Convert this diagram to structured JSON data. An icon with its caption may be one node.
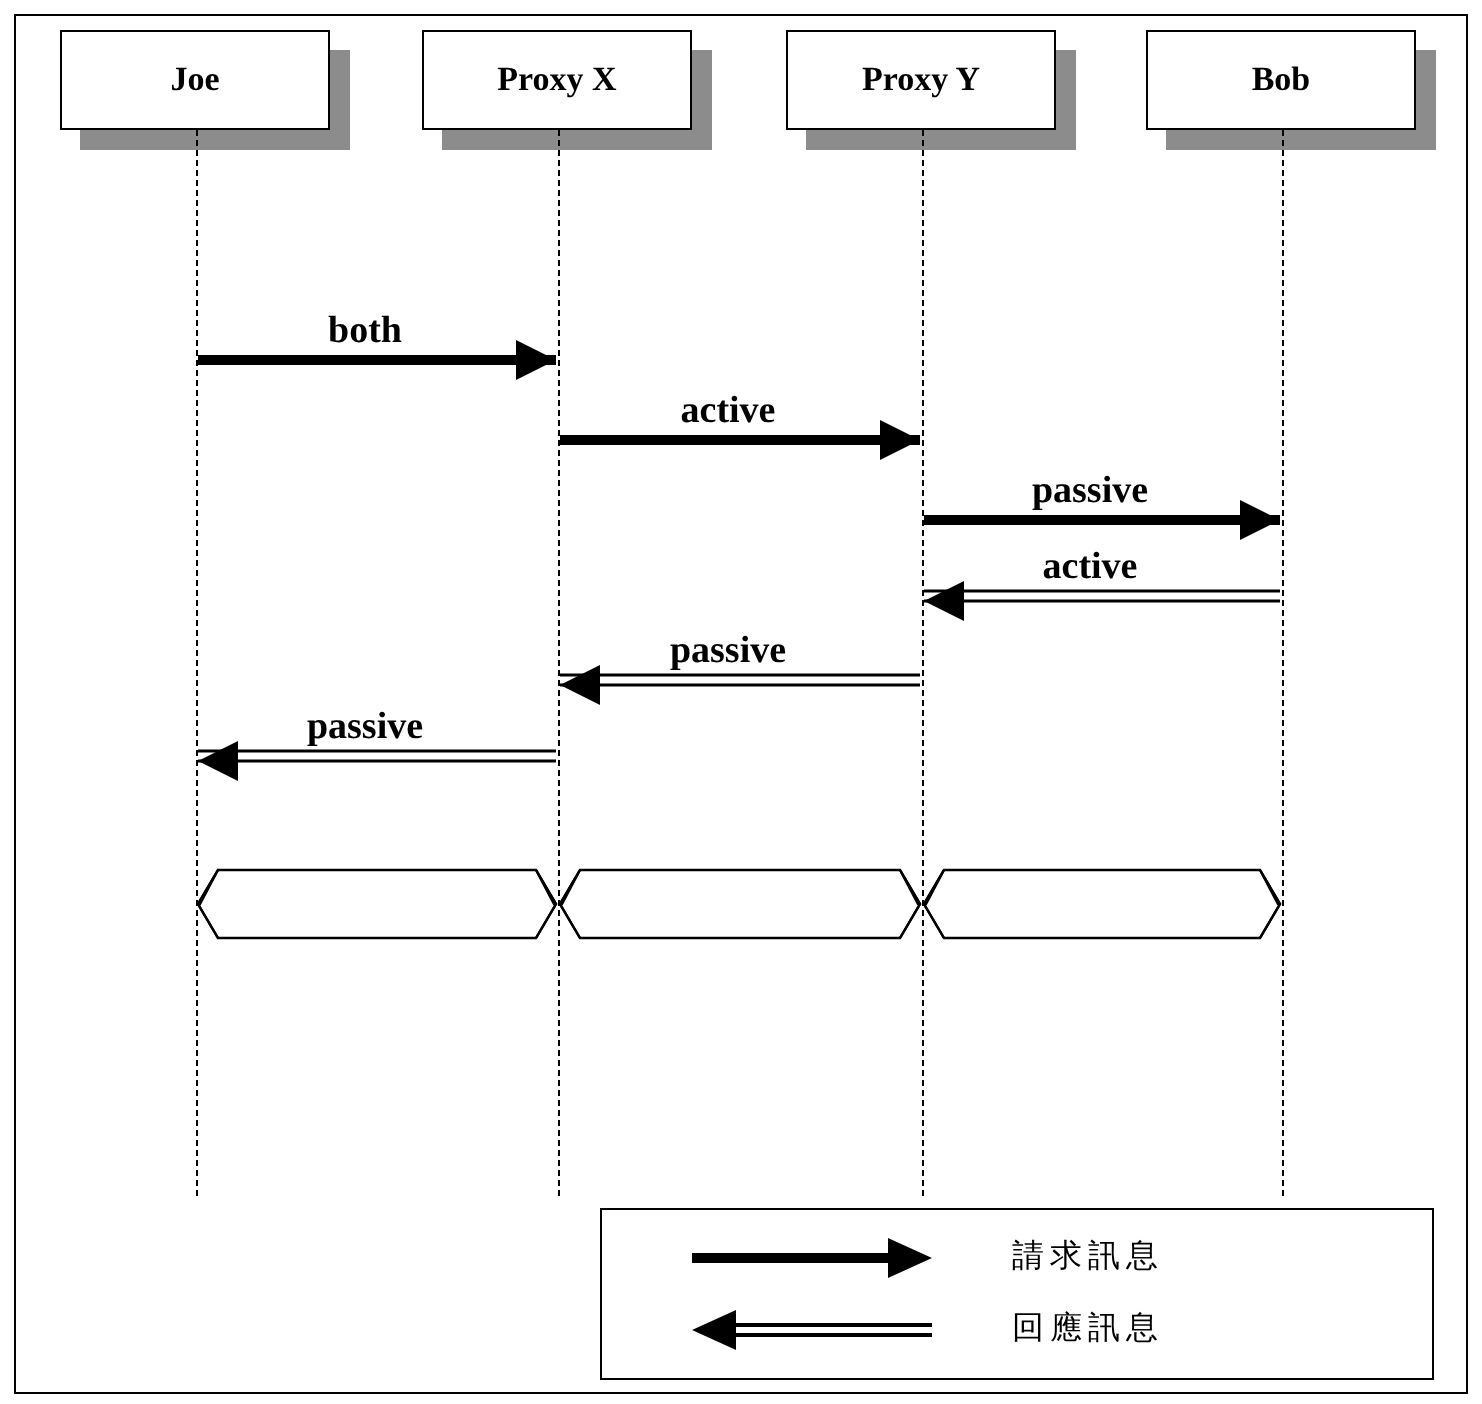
{
  "diagram": {
    "nodes": [
      {
        "text": [
          "Joe"
        ]
      },
      {
        "text": [
          "Proxy X"
        ]
      },
      {
        "text": [
          "Proxy Y"
        ]
      },
      {
        "text": [
          "Bob"
        ]
      },
      {
        "text": [],
        "shape": "line"
      },
      {
        "text": [],
        "shape": "line"
      },
      {
        "text": [],
        "shape": "line"
      },
      {
        "text": [],
        "shape": "line"
      }
    ],
    "edges": [
      {
        "from": 4,
        "to": 5,
        "arrow": "to",
        "label": "both",
        "style": "thick"
      },
      {
        "from": 5,
        "to": 6,
        "arrow": "to",
        "label": "active",
        "style": "thick"
      },
      {
        "from": 6,
        "to": 7,
        "arrow": "to",
        "label": "passive",
        "style": "thick"
      },
      {
        "from": 7,
        "to": 6,
        "arrow": "to",
        "label": "active"
      },
      {
        "from": 6,
        "to": 5,
        "arrow": "to",
        "label": "passive"
      },
      {
        "from": 5,
        "to": 4,
        "arrow": "to",
        "label": "passive"
      },
      {
        "from": 4,
        "to": 5,
        "arrow": "both"
      },
      {
        "from": 5,
        "to": 6,
        "arrow": "both"
      },
      {
        "from": 6,
        "to": 7,
        "arrow": "both"
      }
    ],
    "legend": [
      {
        "text": "請求訊息"
      },
      {
        "text": "回應訊息"
      }
    ]
  }
}
